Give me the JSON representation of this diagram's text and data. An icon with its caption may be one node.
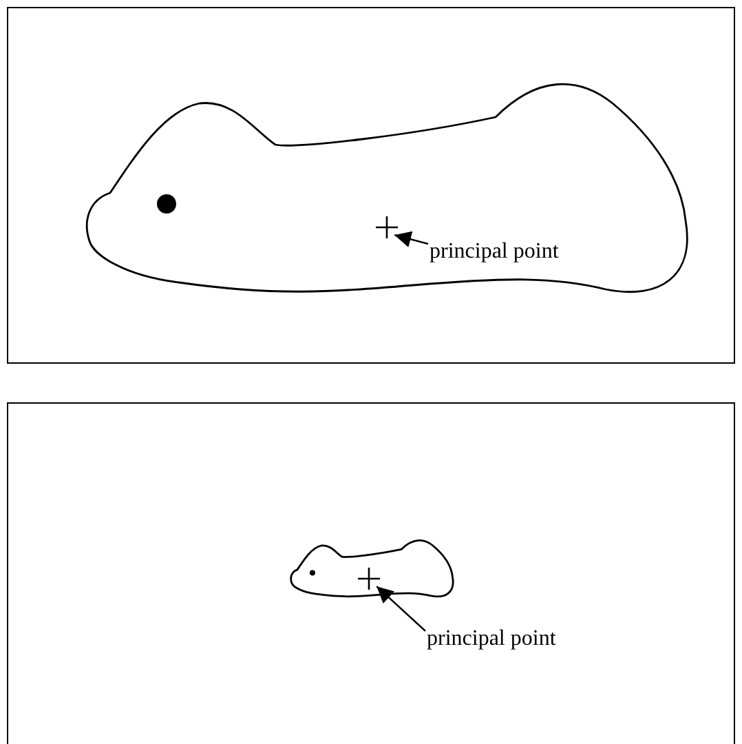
{
  "diagram": {
    "nodes": [
      {
        "text": [],
        "shape": "cross"
      },
      {
        "text": [
          "principal point"
        ]
      },
      {
        "text": [],
        "shape": "cross"
      },
      {
        "text": [
          "principal point"
        ]
      }
    ],
    "edges": [
      {
        "from": 1,
        "to": 0,
        "arrow": "to"
      },
      {
        "from": 3,
        "to": 2,
        "arrow": "to"
      }
    ]
  }
}
